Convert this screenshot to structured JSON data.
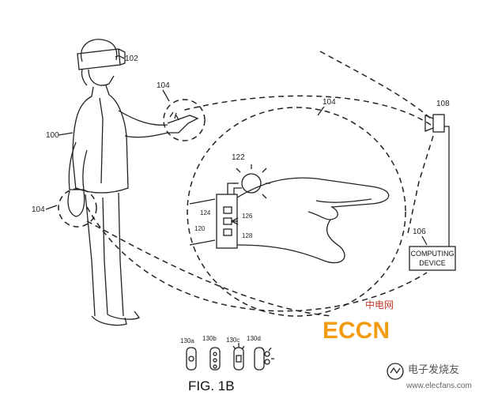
{
  "figure": {
    "caption": "FIG. 1B",
    "refs": {
      "hmd": "102",
      "user": "100",
      "hand_region_upper": "104",
      "hand_region_lower": "104",
      "view_region": "104",
      "camera": "108",
      "computing_ref": "106",
      "light": "122",
      "comp_124": "124",
      "comp_126": "126",
      "comp_120": "120",
      "comp_128": "128",
      "band_a": "130a",
      "band_b": "130b",
      "band_c": "130c",
      "band_d": "130d"
    },
    "computing_device_label": [
      "COMPUTING",
      "DEVICE"
    ]
  },
  "watermark": {
    "logo_text": "ECCN",
    "logo_cn": "中电网",
    "site_cn": "电子发烧友",
    "site_url": "www.elecfans.com"
  },
  "colors": {
    "line": "#222222",
    "logo_orange": "#f39c12",
    "logo_red": "#c0392b"
  }
}
